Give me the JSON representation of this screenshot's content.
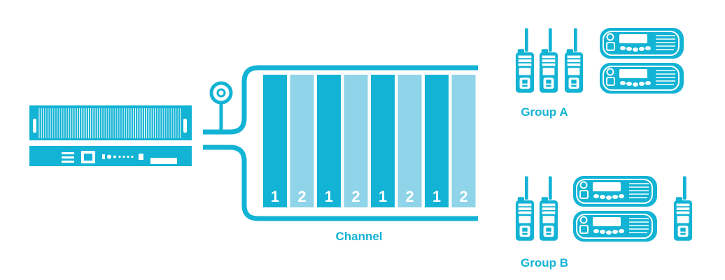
{
  "colors": {
    "accent": "#12b3d4",
    "slot_dark": "#12b3d4",
    "slot_light": "#8fd4e8",
    "white": "#ffffff"
  },
  "labels": {
    "channel": "Channel",
    "group_a": "Group A",
    "group_b": "Group B"
  },
  "slots": [
    "1",
    "2",
    "1",
    "2",
    "1",
    "2",
    "1",
    "2"
  ],
  "icons": {
    "repeater": "repeater-base-station-icon",
    "antenna": "antenna-icon",
    "handheld": "handheld-radio-icon",
    "mobile": "mobile-radio-icon"
  },
  "group_a_devices": [
    "handheld",
    "handheld",
    "handheld",
    "mobile",
    "mobile"
  ],
  "group_b_devices": [
    "handheld",
    "handheld",
    "mobile",
    "mobile",
    "handheld"
  ]
}
